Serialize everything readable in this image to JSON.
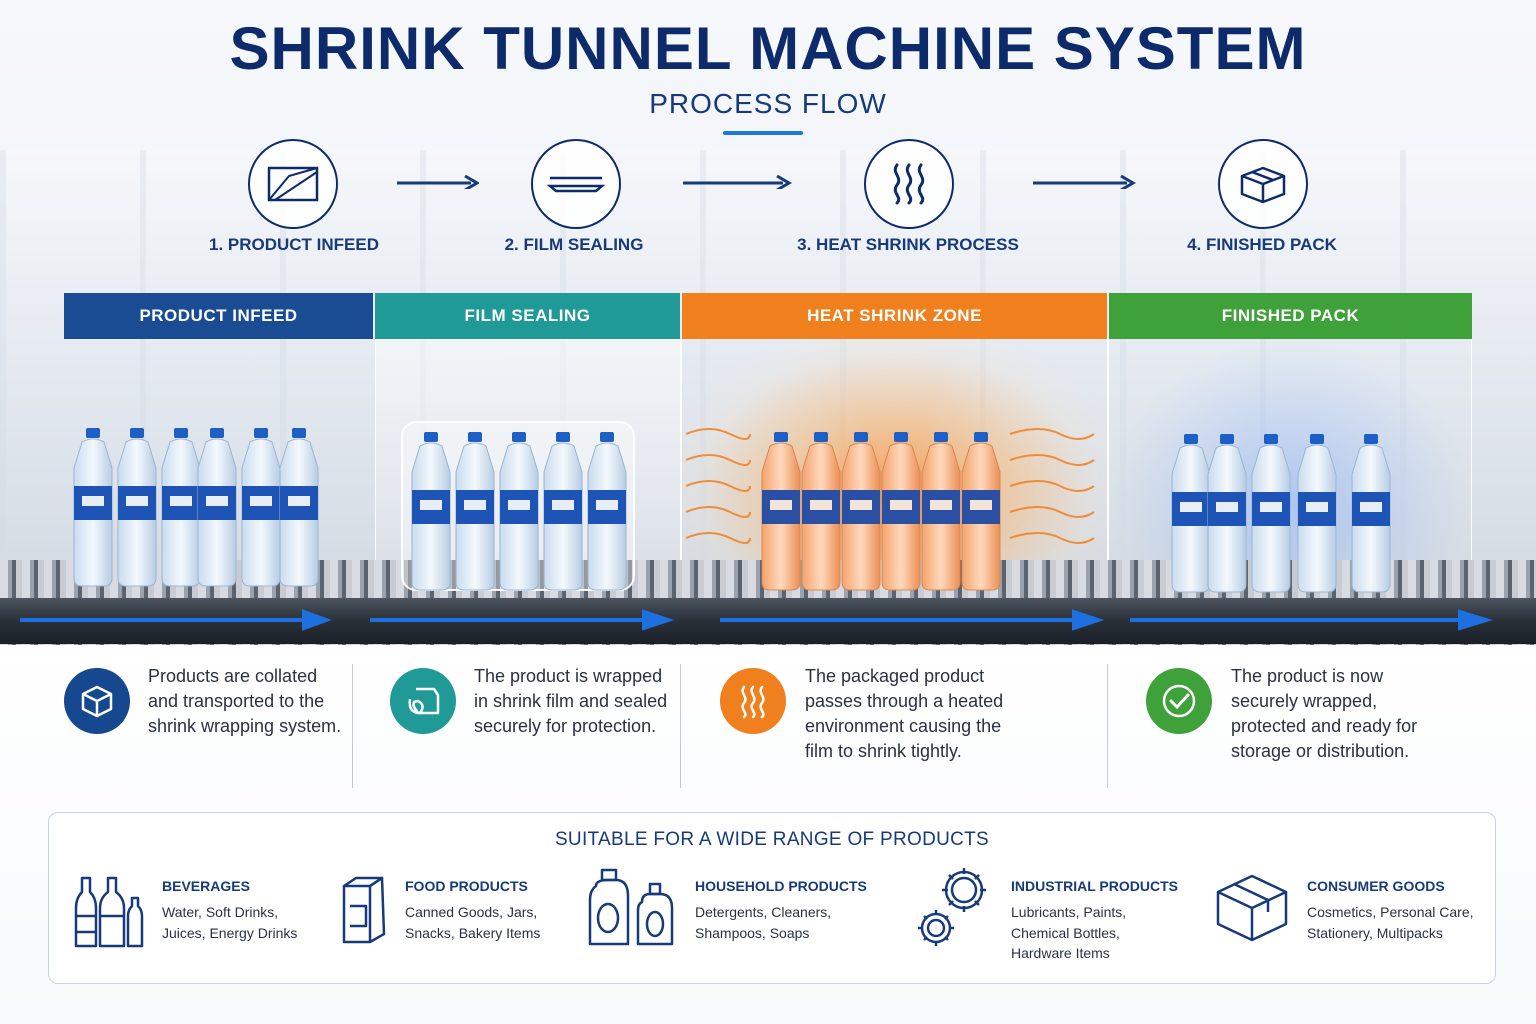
{
  "title": "SHRINK TUNNEL MACHINE SYSTEM",
  "subtitle": "PROCESS FLOW",
  "steps": [
    {
      "label": "1. PRODUCT INFEED",
      "icon": "product-infeed-icon"
    },
    {
      "label": "2. FILM SEALING",
      "icon": "film-sealing-icon"
    },
    {
      "label": "3. HEAT SHRINK PROCESS",
      "icon": "heat-waves-icon"
    },
    {
      "label": "4. FINISHED PACK",
      "icon": "box-icon"
    }
  ],
  "zones": [
    {
      "label": "PRODUCT INFEED",
      "color": "#1a4c94"
    },
    {
      "label": "FILM SEALING",
      "color": "#1f9a96"
    },
    {
      "label": "HEAT SHRINK ZONE",
      "color": "#f07f1e"
    },
    {
      "label": "FINISHED PACK",
      "color": "#3ea13a"
    }
  ],
  "descriptions": [
    {
      "text": "Products are collated and transported to the shrink wrapping system.",
      "icon": "cube-icon",
      "color": "#15488f"
    },
    {
      "text": "The product is wrapped in shrink film and sealed securely for protection.",
      "icon": "wrap-icon",
      "color": "#1f9a96"
    },
    {
      "text": "The packaged product passes through a heated environment causing the film to shrink tightly.",
      "icon": "heat-icon",
      "color": "#f07f1e"
    },
    {
      "text": "The product is now securely wrapped, protected and ready for storage or distribution.",
      "icon": "check-icon",
      "color": "#3ea13a"
    }
  ],
  "products": {
    "title": "SUITABLE FOR A WIDE RANGE OF PRODUCTS",
    "items": [
      {
        "title": "BEVERAGES",
        "desc": "Water, Soft Drinks, Juices, Energy Drinks",
        "icon": "bottles-icon"
      },
      {
        "title": "FOOD PRODUCTS",
        "desc": "Canned Goods, Jars, Snacks, Bakery Items",
        "icon": "carton-icon"
      },
      {
        "title": "HOUSEHOLD PRODUCTS",
        "desc": "Detergents, Cleaners, Shampoos, Soaps",
        "icon": "detergent-icon"
      },
      {
        "title": "INDUSTRIAL PRODUCTS",
        "desc": "Lubricants, Paints, Chemical Bottles, Hardware Items",
        "icon": "gears-icon"
      },
      {
        "title": "CONSUMER GOODS",
        "desc": "Cosmetics, Personal Care, Stationery, Multipacks",
        "icon": "package-icon"
      }
    ]
  },
  "colors": {
    "primary": "#0d2b6b",
    "accent": "#1e78d4"
  }
}
